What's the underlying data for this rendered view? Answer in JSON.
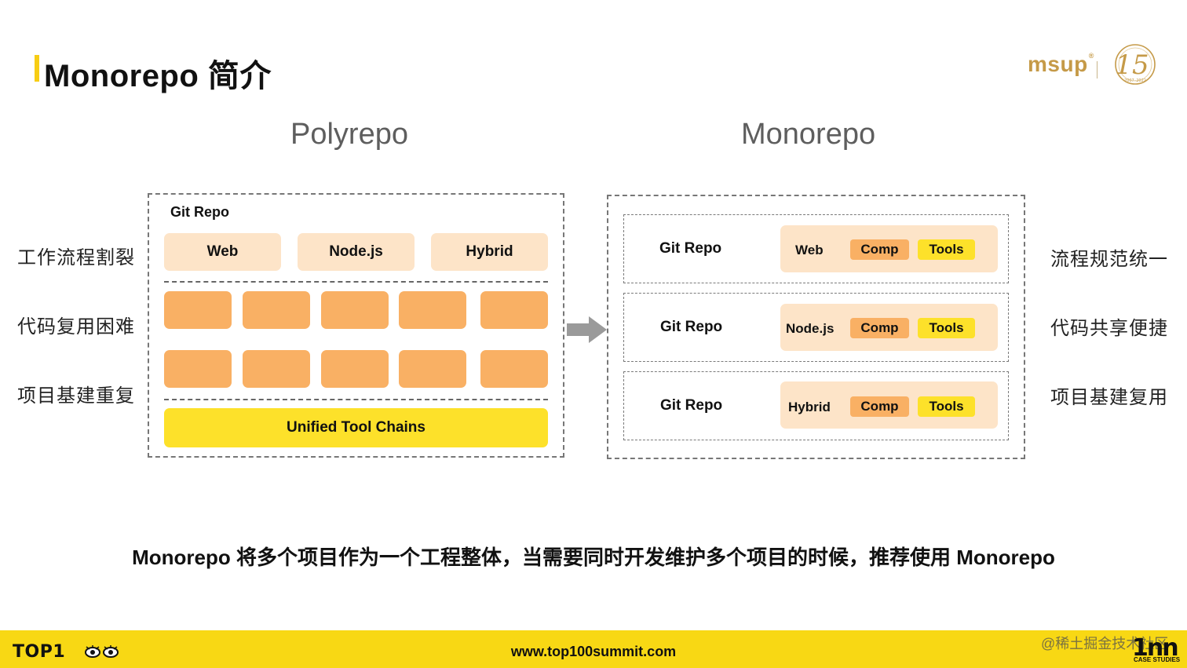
{
  "header": {
    "title": "Monorepo 简介",
    "brand": "msup",
    "badge_number": "15",
    "badge_years": "2007–2022"
  },
  "polyrepo": {
    "title": "Polyrepo",
    "git_repo_label": "Git Repo",
    "projects": [
      "Web",
      "Node.js",
      "Hybrid"
    ],
    "toolchain_label": "Unified Tool Chains",
    "pain_points": [
      "工作流程割裂",
      "代码复用困难",
      "项目基建重复"
    ]
  },
  "monorepo": {
    "title": "Monorepo",
    "repos": [
      {
        "label": "Git Repo",
        "project": "Web",
        "comp": "Comp",
        "tools": "Tools"
      },
      {
        "label": "Git Repo",
        "project": "Node.js",
        "comp": "Comp",
        "tools": "Tools"
      },
      {
        "label": "Git Repo",
        "project": "Hybrid",
        "comp": "Comp",
        "tools": "Tools"
      }
    ],
    "benefits": [
      "流程规范统一",
      "代码共享便捷",
      "项目基建复用"
    ]
  },
  "summary": "Monorepo 将多个项目作为一个工程整体，当需要同时开发维护多个项目的时候，推荐使用 Monorepo",
  "footer": {
    "logo_text": "TOP1",
    "website": "www.top100summit.com",
    "watermark": "@稀土掘金技术社区",
    "case_logo": "1nn",
    "case_text": "CASE STUDIES"
  },
  "colors": {
    "accent_yellow": "#fde12a",
    "orange_block": "#f9b064",
    "peach": "#fde4c8",
    "brand_gold": "#c59a48",
    "footer_yellow": "#f8d814"
  }
}
